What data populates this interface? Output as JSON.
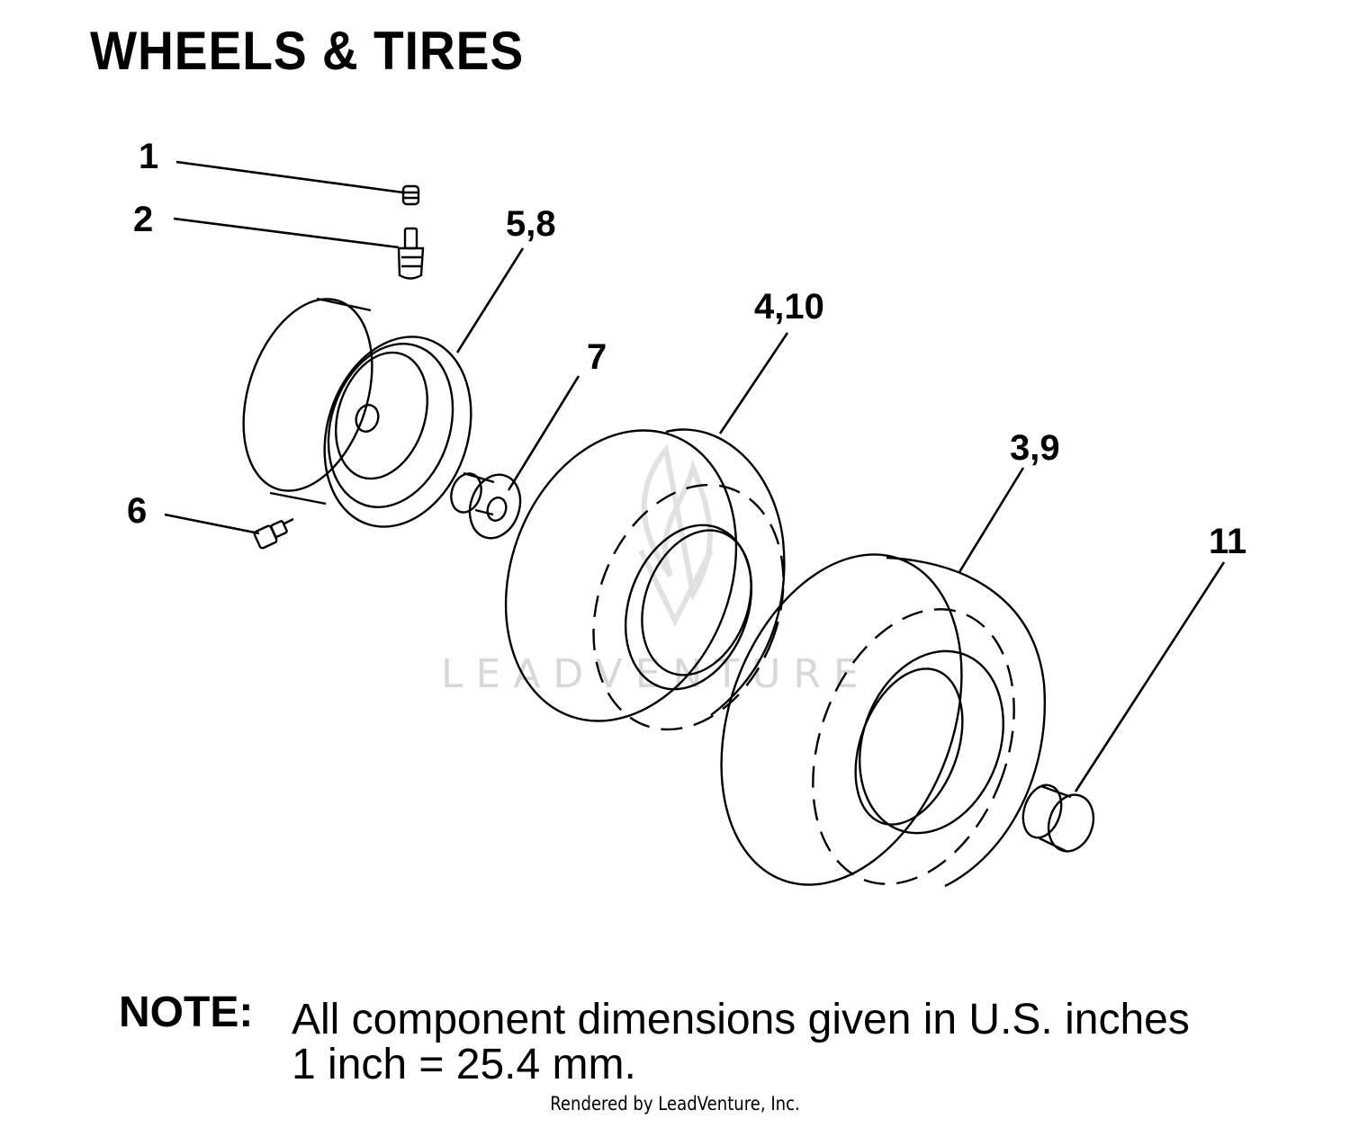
{
  "title": "WHEELS & TIRES",
  "callouts": {
    "c1": "1",
    "c2": "2",
    "c58": "5,8",
    "c410": "4,10",
    "c7": "7",
    "c39": "3,9",
    "c6": "6",
    "c11": "11"
  },
  "watermark": "LEADVENTURE",
  "note": {
    "label": "NOTE:",
    "line1": "All component dimensions given in U.S. inches",
    "line2": "1 inch = 25.4 mm."
  },
  "footer": "Rendered by LeadVenture, Inc."
}
